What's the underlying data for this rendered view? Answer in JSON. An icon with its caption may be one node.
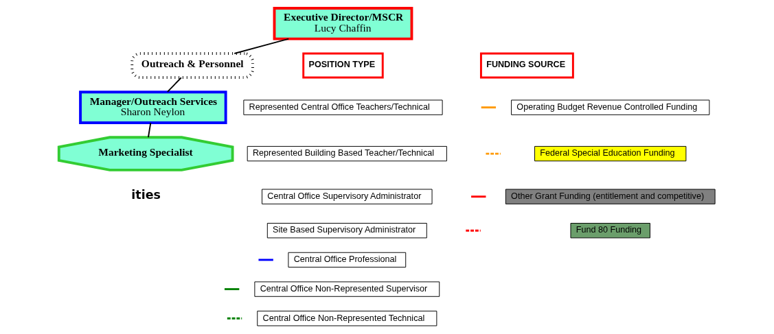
{
  "diagram": {
    "nodes": [
      {
        "text": [
          "Executive Director/MSCR",
          "Lucy Chaffin"
        ]
      },
      {
        "text": [
          "Outreach & Personnel"
        ]
      },
      {
        "text": [
          "Manager/Outreach Services",
          "Sharon Neylon"
        ]
      },
      {
        "text": [
          "Marketing Specialist"
        ]
      }
    ],
    "edges": [
      {
        "from": 0,
        "to": 1,
        "arrow": "none"
      },
      {
        "from": 1,
        "to": 2,
        "arrow": "none"
      },
      {
        "from": 2,
        "to": 3,
        "arrow": "none"
      }
    ],
    "labels": [
      "ities",
      "POSITION TYPE",
      "FUNDING SOURCE"
    ],
    "legend": [
      {
        "text": "Represented Central Office Teachers/Technical"
      },
      {
        "text": "Represented Building Based Teacher/Technical"
      },
      {
        "text": "Central Office Supervisory Administrator"
      },
      {
        "text": "Site Based Supervisory Administrator"
      },
      {
        "text": "Central Office Professional"
      },
      {
        "text": "Central Office Non-Represented Supervisor"
      },
      {
        "text": "Central Office Non-Represented Technical"
      },
      {
        "text": "Operating Budget Revenue Controlled Funding",
        "color": "#ffffff"
      },
      {
        "text": "Federal Special Education Funding",
        "color": "#ffff00"
      },
      {
        "text": "Other Grant Funding (entitlement and competitive)",
        "color": "#808080"
      },
      {
        "text": "Fund 80 Funding",
        "color": "#6b9e6b"
      }
    ]
  }
}
